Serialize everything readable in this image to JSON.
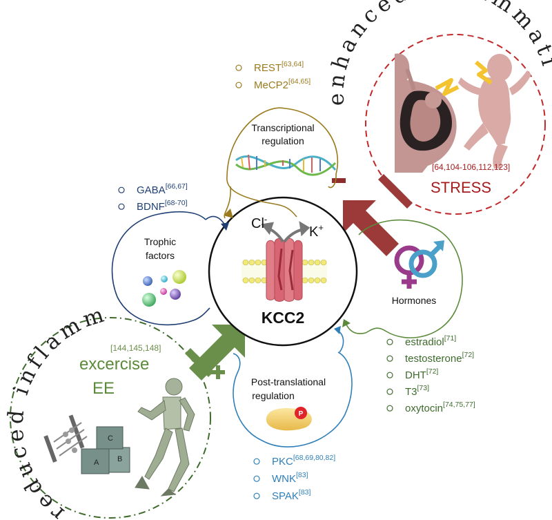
{
  "center": {
    "label": "KCC2",
    "ion_left": "Cl",
    "ion_left_sup": "-",
    "ion_right": "K",
    "ion_right_sup": "+"
  },
  "nodes": {
    "transcriptional": {
      "line1": "Transcriptional",
      "line2": "regulation",
      "color": "#9a7a1c"
    },
    "trophic": {
      "line1": "Trophic",
      "line2": "factors",
      "color": "#1f3f73"
    },
    "hormones": {
      "label": "Hormones",
      "color": "#5a8a3a"
    },
    "post_translational": {
      "line1": "Post-translational",
      "line2": "regulation",
      "color": "#2f7fb8",
      "phospho": "P"
    }
  },
  "lists": {
    "transcriptional": [
      {
        "name": "REST",
        "ref": "[63,64]"
      },
      {
        "name": "MeCP2",
        "ref": "[64,65]"
      }
    ],
    "trophic": [
      {
        "name": "GABA",
        "ref": "[66,67]"
      },
      {
        "name": "BDNF",
        "ref": "[68-70]"
      }
    ],
    "hormones": [
      {
        "name": "estradiol",
        "ref": "[71]"
      },
      {
        "name": "testosterone",
        "ref": "[72]"
      },
      {
        "name": "DHT",
        "ref": "[72]"
      },
      {
        "name": "T3",
        "ref": "[73]"
      },
      {
        "name": "oxytocin",
        "ref": "[74,75,77]"
      }
    ],
    "post_translational": [
      {
        "name": "PKC",
        "ref": "[68,69,80,82]"
      },
      {
        "name": "WNK",
        "ref": "[83]"
      },
      {
        "name": "SPAK",
        "ref": "[83]"
      }
    ]
  },
  "stress": {
    "label": "STRESS",
    "refs": "[64,104-106,112,123]",
    "arc_text": "enhanced inflammation",
    "sign": "–",
    "color": "#a51c1c"
  },
  "exercise": {
    "line1": "excercise",
    "line2": "EE",
    "refs": "[144,145,148]",
    "arc_text": "reduced inflammation",
    "sign": "+",
    "color": "#5a8a3a"
  },
  "blocks": {
    "a": "A",
    "b": "B",
    "c": "C"
  }
}
